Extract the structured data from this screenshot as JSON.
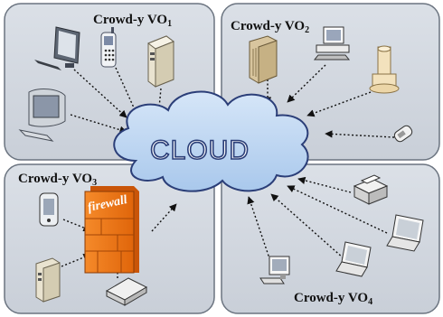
{
  "groups": [
    {
      "prefix": "Crowd-y VO",
      "sub": "1"
    },
    {
      "prefix": "Crowd-y VO",
      "sub": "2"
    },
    {
      "prefix": "Crowd-y VO",
      "sub": "3"
    },
    {
      "prefix": "Crowd-y VO",
      "sub": "4"
    }
  ],
  "cloud": {
    "label": "CLOUD"
  },
  "firewall": {
    "label": "firewall"
  },
  "colors": {
    "panel_fill": "#d2d8e0",
    "panel_stroke": "#6b7480",
    "cloud_fill": "#bcd6f3",
    "cloud_stroke": "#2b3e78",
    "firewall": "#f27a18",
    "arrow": "#111111"
  }
}
